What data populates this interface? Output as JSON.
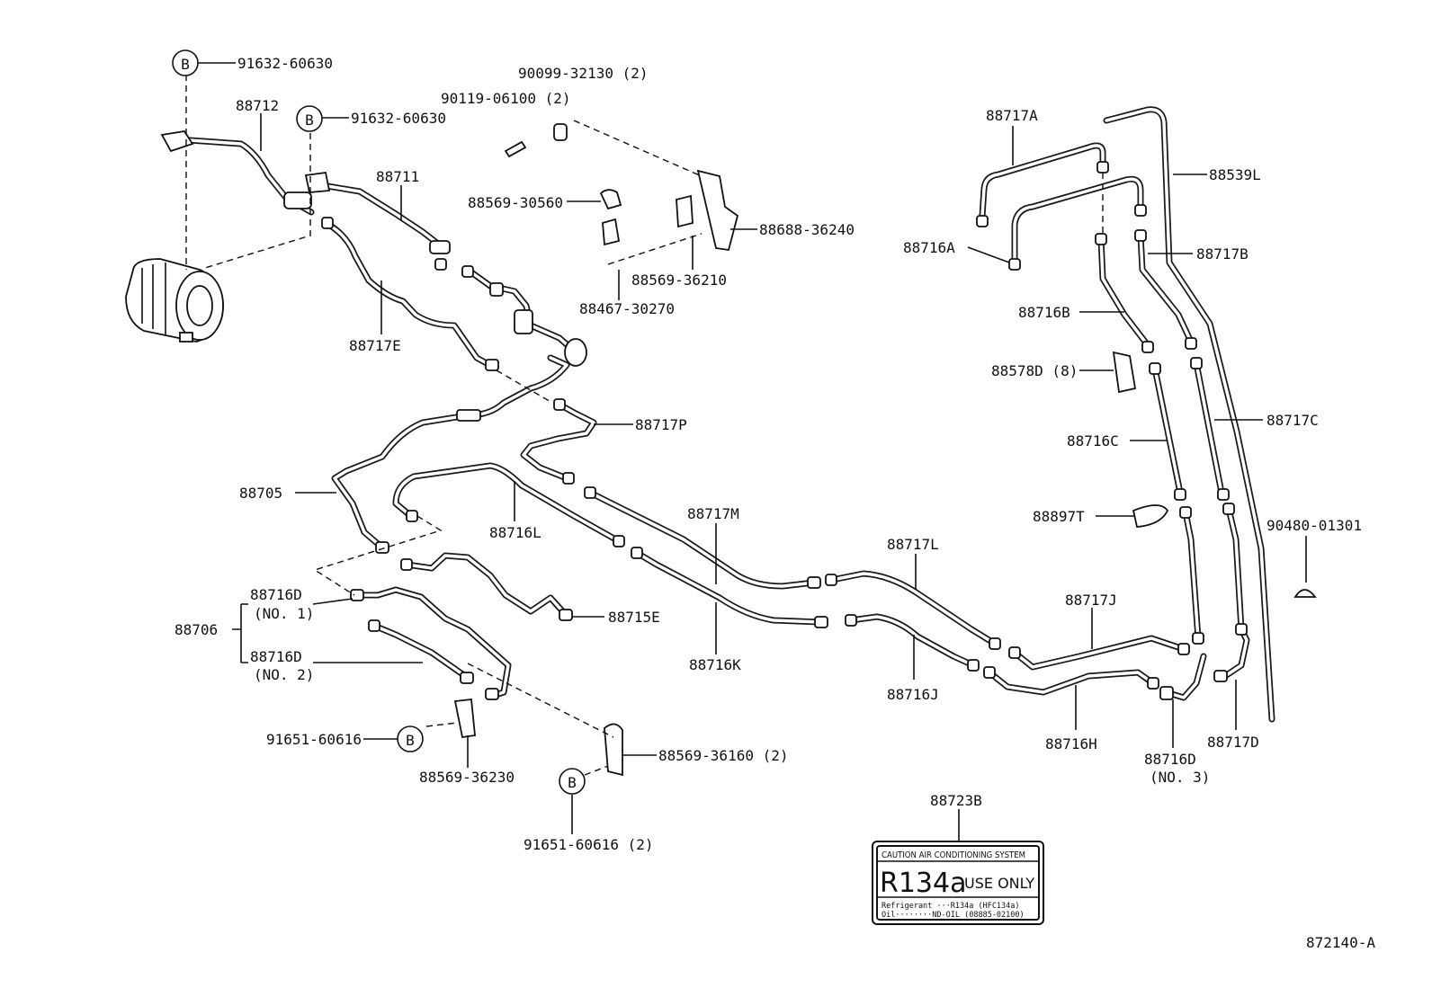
{
  "labels": {
    "p91632_60630_a": "91632-60630",
    "p91632_60630_b": "91632-60630",
    "p88712": "88712",
    "p88711": "88711",
    "p90119_06100": "90119-06100 (2)",
    "p90099_32130": "90099-32130 (2)",
    "p88569_30560": "88569-30560",
    "p88688_36240": "88688-36240",
    "p88569_36210": "88569-36210",
    "p88467_30270": "88467-30270",
    "p88717E": "88717E",
    "p88717P": "88717P",
    "p88705": "88705",
    "p88716L": "88716L",
    "p88717M": "88717M",
    "p88716K": "88716K",
    "p88715E": "88715E",
    "p88716D_1": "88716D",
    "p88716D_1n": "(NO. 1)",
    "p88716D_2": "88716D",
    "p88716D_2n": "(NO. 2)",
    "p88706": "88706",
    "p91651_60616_a": "91651-60616",
    "p88569_36230": "88569-36230",
    "p88569_36160": "88569-36160 (2)",
    "p91651_60616_b": "91651-60616 (2)",
    "p88717A": "88717A",
    "p88539L": "88539L",
    "p88716A": "88716A",
    "p88717B": "88717B",
    "p88716B": "88716B",
    "p88578D": "88578D (8)",
    "p88717C": "88717C",
    "p88716C": "88716C",
    "p88897T": "88897T",
    "p90480_01301": "90480-01301",
    "p88717L": "88717L",
    "p88717J": "88717J",
    "p88716J": "88716J",
    "p88716H": "88716H",
    "p88716D_3": "88716D",
    "p88716D_3n": "(NO. 3)",
    "p88717D": "88717D",
    "p88723B": "88723B",
    "figure_id": "872140-A"
  },
  "callout_letter": "B",
  "caution_label": {
    "header": "CAUTION  AIR CONDITIONING SYSTEM",
    "big": "R134a",
    "use_only": "USE ONLY",
    "line1": "Refrigerant ···R134a (HFC134a)",
    "line2": "Oil········ND-OIL (08885-02100)"
  }
}
